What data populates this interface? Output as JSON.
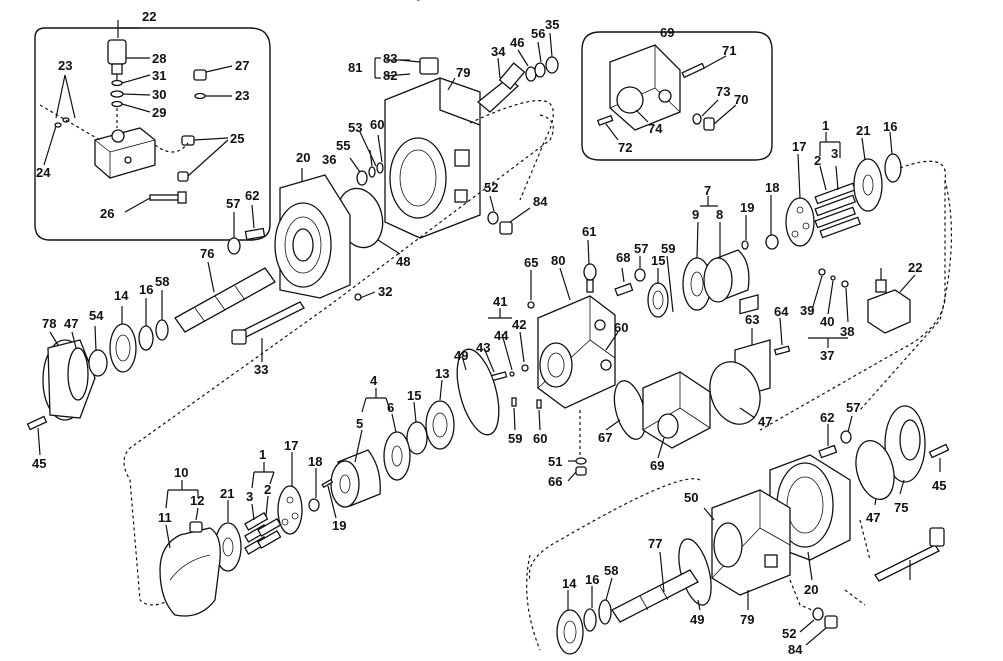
{
  "labels": {
    "c22": "22",
    "c28": "28",
    "c31": "31",
    "c30": "30",
    "c29": "29",
    "c23a": "23",
    "c23b": "23",
    "c27": "27",
    "c24": "24",
    "c25": "25",
    "c26": "26",
    "c81": "81",
    "c83": "83",
    "c82": "82",
    "c79a": "79",
    "c34": "34",
    "c46": "46",
    "c56": "56",
    "c35": "35",
    "c53": "53",
    "c60a": "60",
    "c55": "55",
    "c36": "36",
    "c52a": "52",
    "c84a": "84",
    "c48": "48",
    "c20a": "20",
    "c57a": "57",
    "c62a": "62",
    "c32": "32",
    "c76": "76",
    "c33": "33",
    "c78": "78",
    "c47a": "47",
    "c54": "54",
    "c14a": "14",
    "c16a": "16",
    "c58a": "58",
    "c45a": "45",
    "c69a": "69",
    "c71": "71",
    "c73": "73",
    "c70": "70",
    "c74": "74",
    "c72": "72",
    "c1a": "1",
    "c2a": "2",
    "c3a": "3",
    "c17a": "17",
    "c21a": "21",
    "c16b": "16",
    "c7": "7",
    "c9a": "9",
    "c8": "8",
    "c19a": "19",
    "c18a": "18",
    "c22b": "22",
    "c61": "61",
    "c80": "80",
    "c68": "68",
    "c57b": "57",
    "c59a": "59",
    "c15a": "15",
    "c65": "65",
    "c41": "41",
    "c44": "44",
    "c42": "42",
    "c43": "43",
    "c49a": "49",
    "c60b": "60",
    "c60c": "60",
    "c59b": "59",
    "c51": "51",
    "c66": "66",
    "c67": "67",
    "c69b": "69",
    "c63": "63",
    "c64": "64",
    "c47b": "47",
    "c39": "39",
    "c40": "40",
    "c38": "38",
    "c37": "37",
    "c4": "4",
    "c5": "5",
    "c6": "6",
    "c15b": "15",
    "c13": "13",
    "c10": "10",
    "c11": "11",
    "c12": "12",
    "c1b": "1",
    "c2b": "2",
    "c3b": "3",
    "c21b": "21",
    "c17b": "17",
    "c18b": "18",
    "c19b": "19",
    "c62b": "62",
    "c57c": "57",
    "c75": "75",
    "c45b": "45",
    "c47c": "47",
    "c50": "50",
    "c77": "77",
    "c14b": "14",
    "c16c": "16",
    "c58b": "58",
    "c49b": "49",
    "c79b": "79",
    "c20b": "20",
    "c52b": "52",
    "c84b": "84"
  }
}
